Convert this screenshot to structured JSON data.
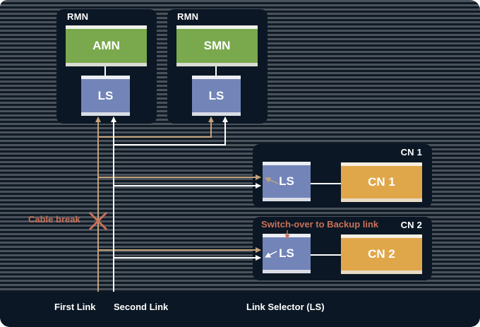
{
  "diagram": {
    "rmn_panels": [
      {
        "title": "RMN",
        "node": "AMN",
        "selector": "LS"
      },
      {
        "title": "RMN",
        "node": "SMN",
        "selector": "LS"
      }
    ],
    "cn_panels": [
      {
        "title": "CN 1",
        "node": "CN 1",
        "selector": "LS"
      },
      {
        "title": "CN 2",
        "node": "CN 2",
        "selector": "LS"
      }
    ],
    "annotations": {
      "cable_break": "Cable break",
      "switch_over": "Switch-over to Backup link"
    },
    "legend": {
      "first_link": "First Link",
      "second_link": "Second Link",
      "link_selector": "Link Selector (LS)"
    },
    "colors": {
      "first_link": "#c4a27a",
      "second_link": "#ffffff",
      "node_green": "#79a84d",
      "selector_blue": "#7284b8",
      "cn_orange": "#e0a74a",
      "alert_red": "#c9715a",
      "panel_bg": "#0b1724"
    }
  }
}
